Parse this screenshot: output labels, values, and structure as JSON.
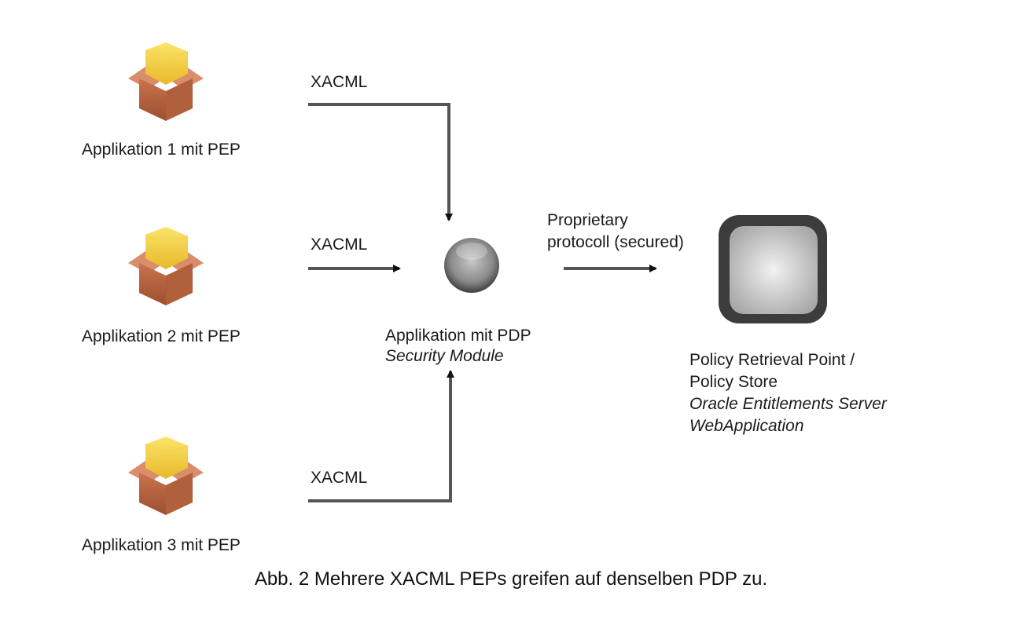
{
  "applications": [
    {
      "label": "Applikation 1 mit PEP",
      "icon": "package-box-icon",
      "edge_label": "XACML"
    },
    {
      "label": "Applikation 2 mit PEP",
      "icon": "package-box-icon",
      "edge_label": "XACML"
    },
    {
      "label": "Applikation 3 mit PEP",
      "icon": "package-box-icon",
      "edge_label": "XACML"
    }
  ],
  "pdp": {
    "icon": "sphere-icon",
    "title": "Applikation mit PDP",
    "subtitle": "Security Module"
  },
  "link_pdp_prp": {
    "line1": "Proprietary",
    "line2": "protocoll (secured)"
  },
  "prp": {
    "icon": "rounded-square-icon",
    "line1": "Policy Retrieval Point /",
    "line2": "Policy Store",
    "line3": "Oracle Entitlements Server",
    "line4": "WebApplication"
  },
  "caption": "Abb. 2 Mehrere XACML PEPs greifen auf denselben PDP zu."
}
